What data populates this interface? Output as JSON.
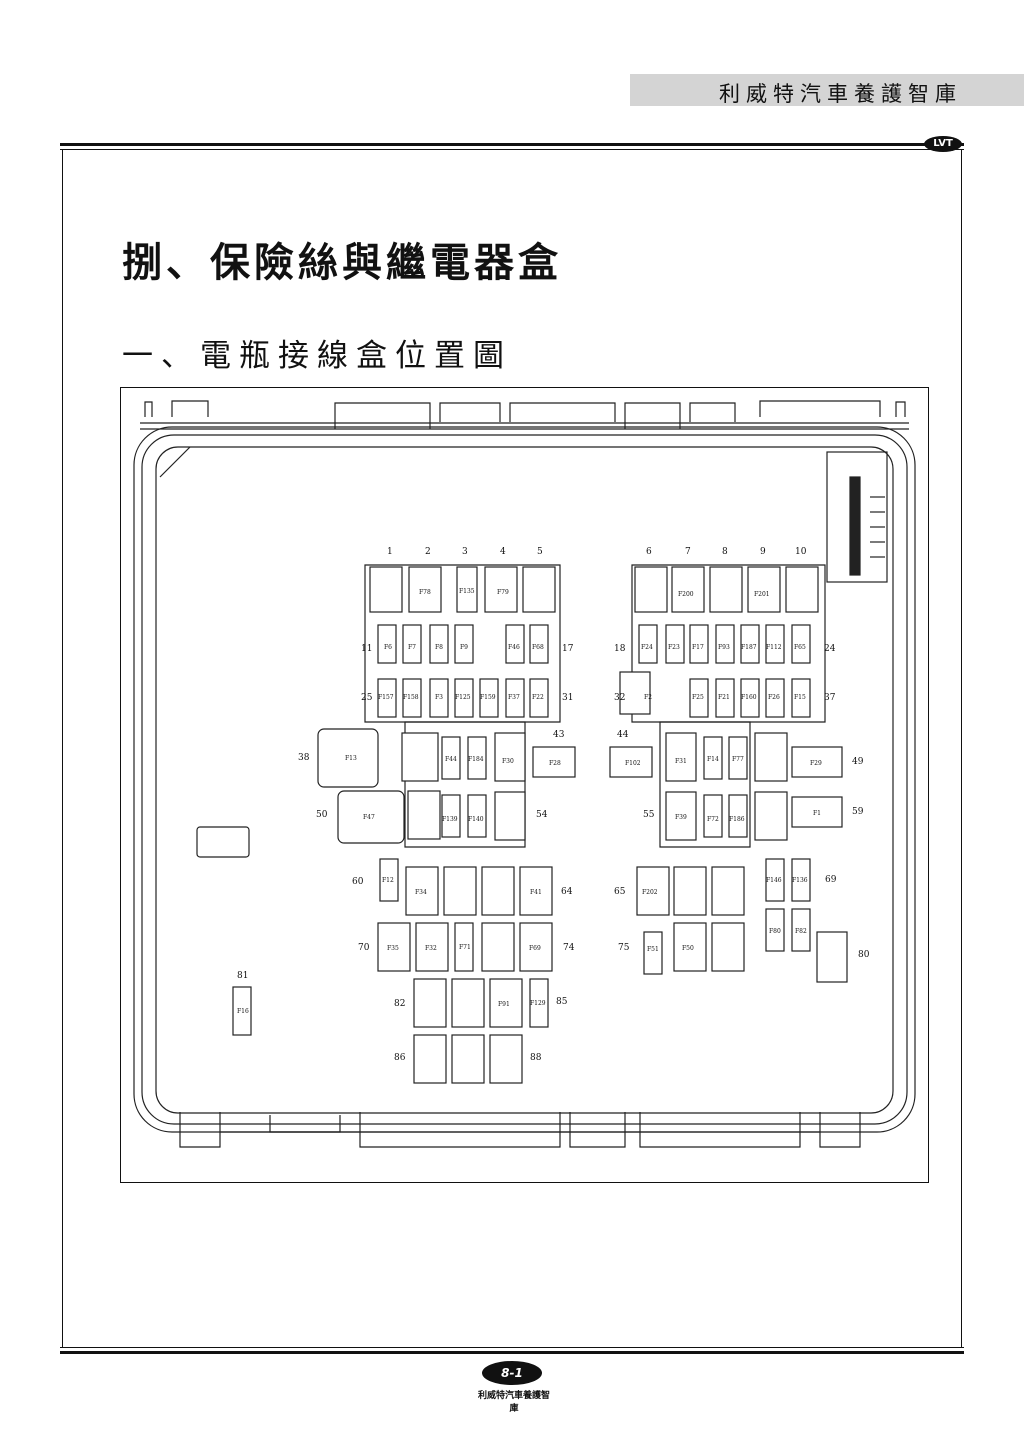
{
  "header": {
    "brand": "利威特汽車養護智庫",
    "logo": "LVT"
  },
  "chapter_title": "捌、保險絲與繼電器盒",
  "section_title": "一、電瓶接線盒位置圖",
  "footer": {
    "page": "8-1",
    "brand": "利威特汽車養護智庫"
  },
  "diagram": {
    "position_numbers": [
      "1",
      "2",
      "3",
      "4",
      "5",
      "6",
      "7",
      "8",
      "9",
      "10",
      "11",
      "17",
      "18",
      "24",
      "25",
      "31",
      "32",
      "37",
      "38",
      "43",
      "44",
      "49",
      "50",
      "54",
      "55",
      "59",
      "60",
      "64",
      "65",
      "69",
      "70",
      "74",
      "75",
      "80",
      "81",
      "82",
      "85",
      "86",
      "88"
    ],
    "fuse_labels": [
      "F78",
      "F135",
      "F79",
      "F200",
      "F201",
      "F6",
      "F7",
      "F8",
      "F9",
      "F46",
      "F68",
      "F24",
      "F23",
      "F17",
      "F93",
      "F187",
      "F112",
      "F65",
      "F157",
      "F158",
      "F3",
      "F125",
      "F159",
      "F37",
      "F22",
      "F2",
      "F25",
      "F21",
      "F160",
      "F26",
      "F15",
      "F13",
      "F44",
      "F184",
      "F30",
      "F28",
      "F102",
      "F31",
      "F14",
      "F77",
      "F29",
      "F47",
      "F139",
      "F140",
      "F39",
      "F72",
      "F186",
      "F1",
      "F12",
      "F34",
      "F41",
      "F202",
      "F146",
      "F136",
      "F35",
      "F32",
      "F71",
      "F69",
      "F51",
      "F50",
      "F80",
      "F82",
      "F16",
      "F91",
      "F129"
    ]
  }
}
